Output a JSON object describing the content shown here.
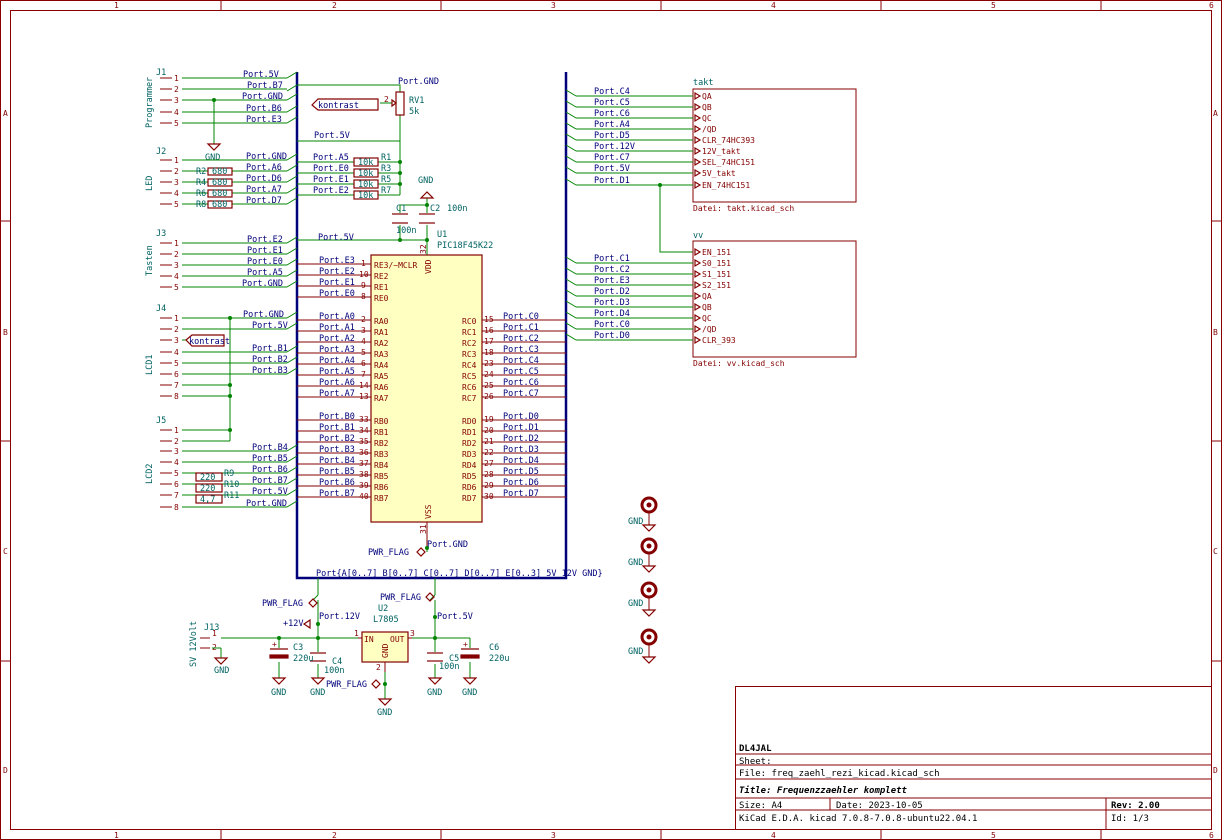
{
  "ruler": {
    "cols": [
      "1",
      "2",
      "3",
      "4",
      "5",
      "6"
    ],
    "rows": [
      "A",
      "B",
      "C",
      "D"
    ]
  },
  "title_block": {
    "company": "DL4JAL",
    "sheet": "Sheet:",
    "file": "File: freq_zaehl_rezi_kicad.kicad_sch",
    "title": "Title: Frequenzzaehler komplett",
    "size": "Size: A4",
    "date": "Date: 2023-10-05",
    "rev": "Rev: 2.00",
    "tool": "KiCad E.D.A.  kicad 7.0.8-7.0.8-ubuntu22.04.1",
    "id": "Id: 1/3"
  },
  "connectors": {
    "J1": {
      "ref": "J1",
      "name": "Programmer",
      "pins": [
        "1",
        "2",
        "3",
        "4",
        "5"
      ],
      "labels": [
        "Port.5V",
        "Port.B7",
        "Port.GND",
        "Port.B6",
        "Port.E3"
      ],
      "gnd": "GND"
    },
    "J2": {
      "ref": "J2",
      "name": "LED",
      "pins": [
        "1",
        "2",
        "3",
        "4",
        "5"
      ],
      "labels": [
        "Port.GND",
        "Port.A6",
        "Port.D6",
        "Port.A7",
        "Port.D7"
      ],
      "resistors": [
        {
          "ref": "R2",
          "val": "680"
        },
        {
          "ref": "R4",
          "val": "680"
        },
        {
          "ref": "R6",
          "val": "680"
        },
        {
          "ref": "R8",
          "val": "680"
        }
      ]
    },
    "J3": {
      "ref": "J3",
      "name": "Tasten",
      "pins": [
        "1",
        "2",
        "3",
        "4",
        "5"
      ],
      "labels": [
        "Port.E2",
        "Port.E1",
        "Port.E0",
        "Port.A5",
        "Port.GND"
      ]
    },
    "J4": {
      "ref": "J4",
      "name": "LCD1",
      "pins": [
        "1",
        "2",
        "3",
        "4",
        "5",
        "6",
        "7",
        "8"
      ],
      "labels": [
        "Port.GND",
        "Port.5V",
        "kontrast",
        "Port.B1",
        "Port.B2",
        "Port.B3"
      ]
    },
    "J5": {
      "ref": "J5",
      "pins": [
        "1",
        "2"
      ]
    },
    "LCD2": {
      "name": "LCD2",
      "pins": [
        "3",
        "4",
        "5",
        "6",
        "7",
        "8"
      ],
      "labels": [
        "Port.B4",
        "Port.B5",
        "Port.B6",
        "Port.B7",
        "Port.5V",
        "Port.GND"
      ],
      "resistors": [
        {
          "ref": "R9",
          "val": "220"
        },
        {
          "ref": "R10",
          "val": "220"
        },
        {
          "ref": "R11",
          "val": "4,7"
        }
      ]
    },
    "J13": {
      "ref": "J13",
      "name": "SV 12Volt",
      "pins": [
        "1",
        "2"
      ],
      "gnd": "GND"
    }
  },
  "kontrast": {
    "label": "kontrast",
    "rv1": {
      "ref": "RV1",
      "val": "5k",
      "pin": "2"
    },
    "top_label": "Port.GND",
    "bottom_label": "Port.5V"
  },
  "input_resistors": {
    "labels": [
      "Port.A5",
      "Port.E0",
      "Port.E1",
      "Port.E2"
    ],
    "values": [
      "10k",
      "10k",
      "10k",
      "10k"
    ],
    "refs": [
      "R1",
      "R3",
      "R5",
      "R7"
    ]
  },
  "caps_top": {
    "c1": {
      "ref": "C1",
      "val": "100n"
    },
    "c2": {
      "ref": "C2",
      "val": "100n"
    },
    "gnd": "GND",
    "port5v": "Port.5V"
  },
  "mcu": {
    "ref": "U1",
    "val": "PIC18F45K22",
    "vdd": "VDD",
    "vdd_pin": "32",
    "vss": "VSS",
    "vss_pin": "31",
    "left_pins": [
      {
        "num": "1",
        "name": "RE3/~MCLR",
        "net": "Port.E3"
      },
      {
        "num": "10",
        "name": "RE2",
        "net": "Port.E2"
      },
      {
        "num": "9",
        "name": "RE1",
        "net": "Port.E1"
      },
      {
        "num": "8",
        "name": "RE0",
        "net": "Port.E0"
      },
      {
        "num": "2",
        "name": "RA0",
        "net": "Port.A0"
      },
      {
        "num": "3",
        "name": "RA1",
        "net": "Port.A1"
      },
      {
        "num": "4",
        "name": "RA2",
        "net": "Port.A2"
      },
      {
        "num": "5",
        "name": "RA3",
        "net": "Port.A3"
      },
      {
        "num": "6",
        "name": "RA4",
        "net": "Port.A4"
      },
      {
        "num": "7",
        "name": "RA5",
        "net": "Port.A5"
      },
      {
        "num": "14",
        "name": "RA6",
        "net": "Port.A6"
      },
      {
        "num": "13",
        "name": "RA7",
        "net": "Port.A7"
      },
      {
        "num": "33",
        "name": "RB0",
        "net": "Port.B0"
      },
      {
        "num": "34",
        "name": "RB1",
        "net": "Port.B1"
      },
      {
        "num": "35",
        "name": "RB2",
        "net": "Port.B2"
      },
      {
        "num": "36",
        "name": "RB3",
        "net": "Port.B3"
      },
      {
        "num": "37",
        "name": "RB4",
        "net": "Port.B4"
      },
      {
        "num": "38",
        "name": "RB5",
        "net": "Port.B5"
      },
      {
        "num": "39",
        "name": "RB6",
        "net": "Port.B6"
      },
      {
        "num": "40",
        "name": "RB7",
        "net": "Port.B7"
      }
    ],
    "right_pins": [
      {
        "num": "15",
        "name": "RC0",
        "net": "Port.C0"
      },
      {
        "num": "16",
        "name": "RC1",
        "net": "Port.C1"
      },
      {
        "num": "17",
        "name": "RC2",
        "net": "Port.C2"
      },
      {
        "num": "18",
        "name": "RC3",
        "net": "Port.C3"
      },
      {
        "num": "23",
        "name": "RC4",
        "net": "Port.C4"
      },
      {
        "num": "24",
        "name": "RC5",
        "net": "Port.C5"
      },
      {
        "num": "25",
        "name": "RC6",
        "net": "Port.C6"
      },
      {
        "num": "26",
        "name": "RC7",
        "net": "Port.C7"
      },
      {
        "num": "19",
        "name": "RD0",
        "net": "Port.D0"
      },
      {
        "num": "20",
        "name": "RD1",
        "net": "Port.D1"
      },
      {
        "num": "21",
        "name": "RD2",
        "net": "Port.D2"
      },
      {
        "num": "22",
        "name": "RD3",
        "net": "Port.D3"
      },
      {
        "num": "27",
        "name": "RD4",
        "net": "Port.D4"
      },
      {
        "num": "28",
        "name": "RD5",
        "net": "Port.D5"
      },
      {
        "num": "29",
        "name": "RD6",
        "net": "Port.D6"
      },
      {
        "num": "30",
        "name": "RD7",
        "net": "Port.D7"
      }
    ],
    "pwr_flag": "PWR_FLAG",
    "gnd_label": "Port.GND"
  },
  "bus_label": "Port{A[0..7] B[0..7] C[0..7] D[0..7] E[0..3] 5V 12V GND}",
  "takt_sheet": {
    "name": "takt",
    "file": "Datei: takt.kicad_sch",
    "nets": [
      "Port.C4",
      "Port.C5",
      "Port.C6",
      "Port.A4",
      "Port.D5",
      "Port.12V",
      "Port.C7",
      "Port.5V",
      "Port.D1"
    ],
    "pins": [
      "QA",
      "QB",
      "QC",
      "/QD",
      "CLR_74HC393",
      "12V_takt",
      "SEL_74HC151",
      "5V_takt",
      "EN_74HC151"
    ]
  },
  "vv_sheet": {
    "name": "vv",
    "file": "Datei: vv.kicad_sch",
    "nets": [
      "",
      "Port.C1",
      "Port.C2",
      "Port.E3",
      "Port.D2",
      "Port.D3",
      "Port.D4",
      "Port.C0",
      "Port.D0"
    ],
    "pins": [
      "EN_151",
      "S0_151",
      "S1_151",
      "S2_151",
      "QA",
      "QB",
      "QC",
      "/QD",
      "CLR_393"
    ]
  },
  "mounting_holes": {
    "gnd": "GND"
  },
  "power": {
    "pwr_flag": "PWR_FLAG",
    "p12v": "+12V",
    "port12v": "Port.12V",
    "port5v": "Port.5V",
    "u2": {
      "ref": "U2",
      "val": "L7805",
      "in": "IN",
      "out": "OUT",
      "gnd": "GND",
      "pin_in": "1",
      "pin_out": "3",
      "pin_gnd": "2"
    },
    "c3": {
      "ref": "C3",
      "val": "220u"
    },
    "c4": {
      "ref": "C4",
      "val": "100n"
    },
    "c5": {
      "ref": "C5",
      "val": "100n"
    },
    "c6": {
      "ref": "C6",
      "val": "220u"
    },
    "gnd": "GND"
  }
}
